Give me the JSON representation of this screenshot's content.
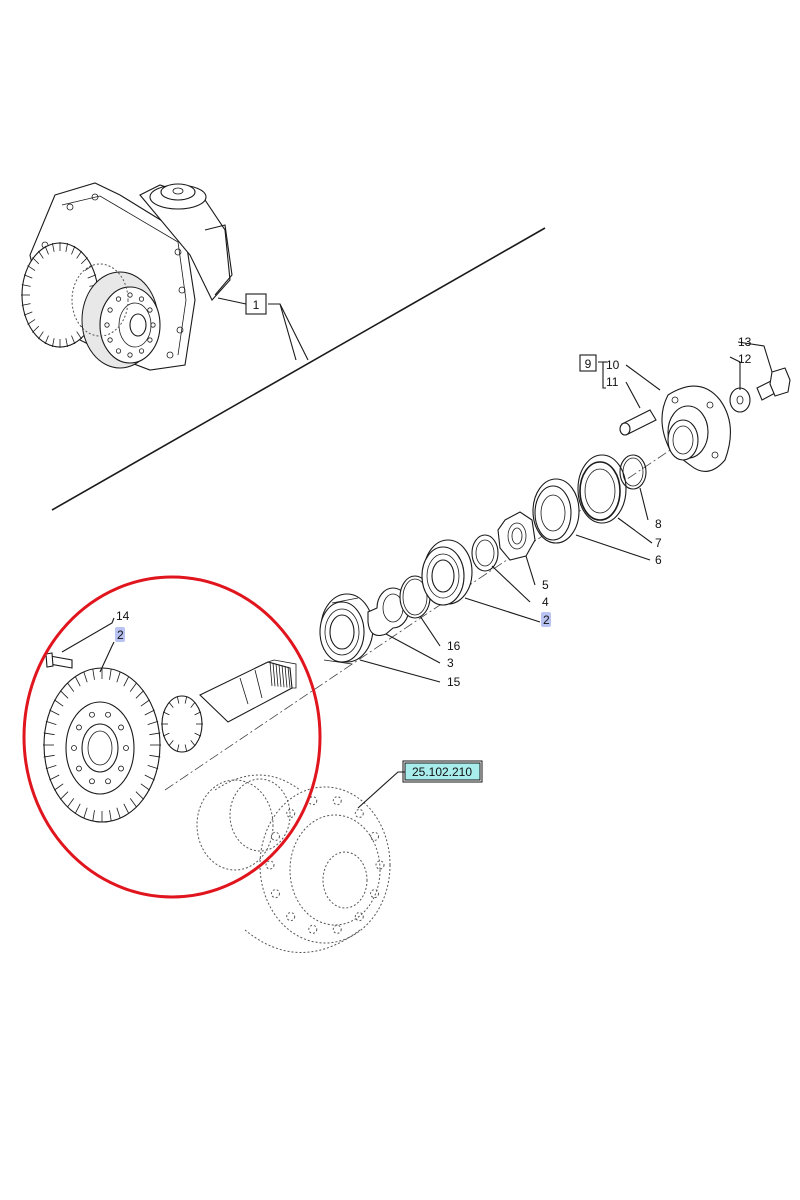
{
  "callouts": {
    "c1": "1",
    "c2a": "2",
    "c2b": "2",
    "c3": "3",
    "c4": "4",
    "c5": "5",
    "c6": "6",
    "c7": "7",
    "c8": "8",
    "c9": "9",
    "c10": "10",
    "c11": "11",
    "c12": "12",
    "c13": "13",
    "c14": "14",
    "c15": "15",
    "c16": "16"
  },
  "reference": {
    "label": "25.102.210"
  },
  "colors": {
    "highlight_circle": "#e0151d",
    "reference_fill": "#a8ecec",
    "callout_highlight": "#b9c3f2"
  }
}
